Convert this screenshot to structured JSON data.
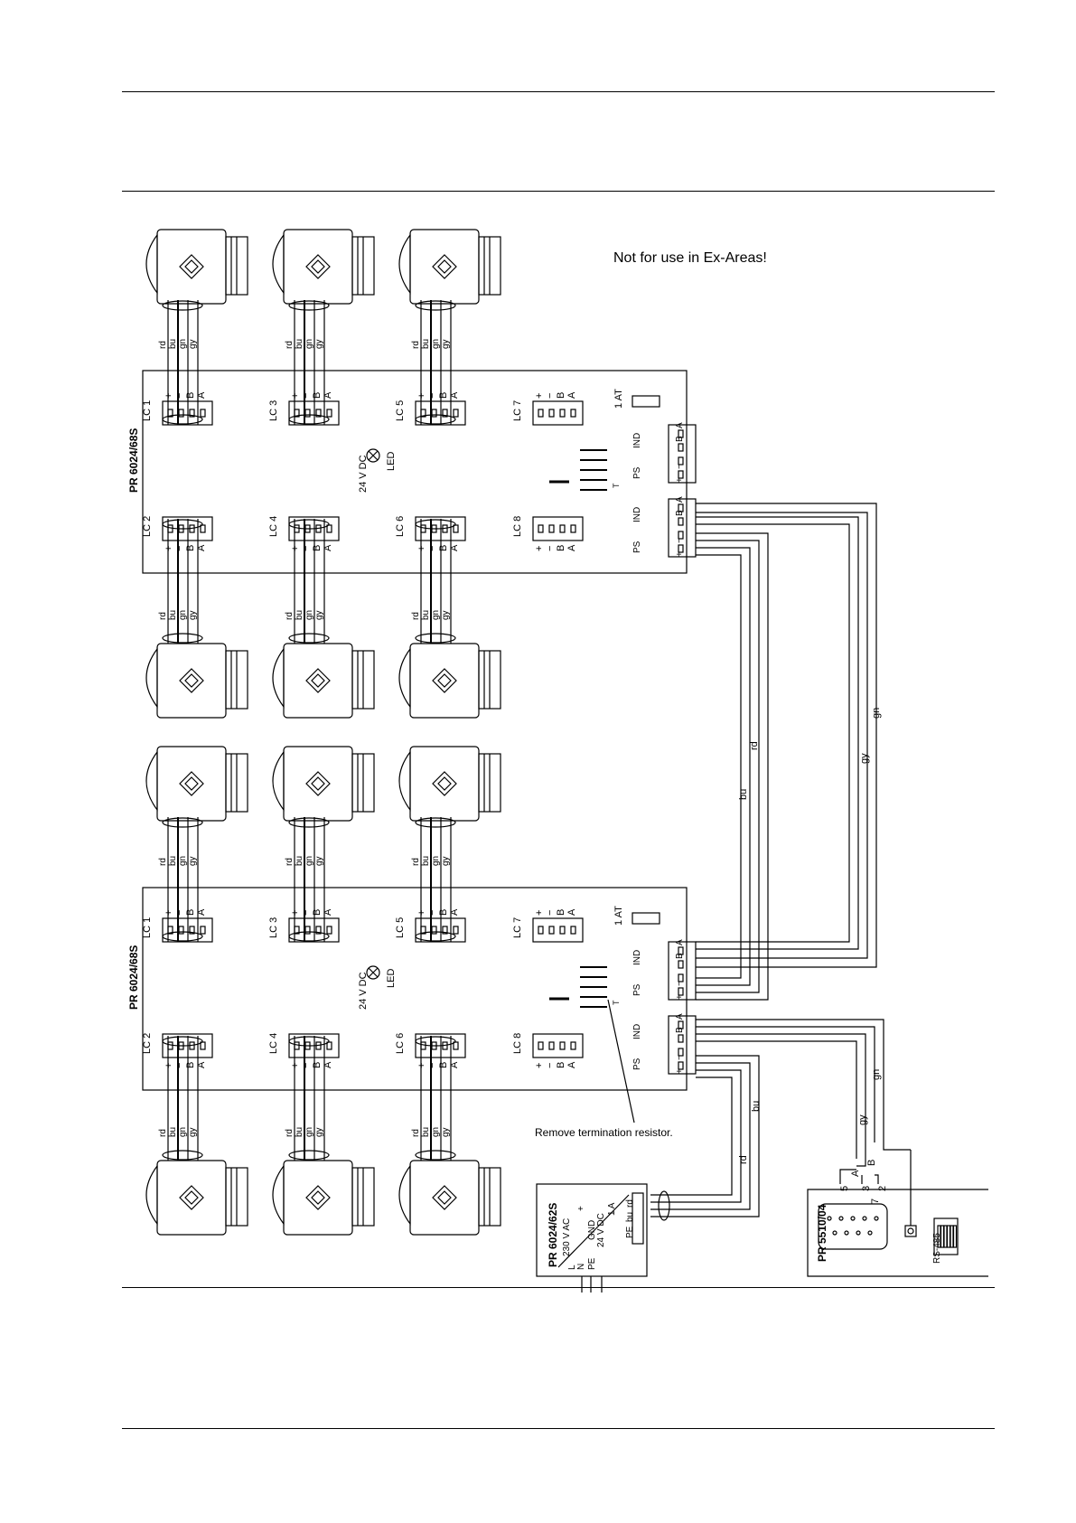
{
  "warning_text": "Not for use in Ex-Areas!",
  "note_text": "Remove termination resistor.",
  "junction_box_label": "PR 6024/68S",
  "power_supply_label": "PR 6024/62S",
  "converter_label": "PR 5510/04",
  "fuse_label": "1 AT",
  "led_voltage_label": "24 V DC",
  "led_label": "LED",
  "load_cell_labels": [
    "LC 1",
    "LC 2",
    "LC 3",
    "LC 4",
    "LC 5",
    "LC 6",
    "LC 7",
    "LC 8"
  ],
  "terminal_pins": [
    "+",
    "−",
    "B",
    "A"
  ],
  "wire_colors": [
    "rd",
    "bu",
    "gn",
    "gy"
  ],
  "port_labels": {
    "ps": "PS",
    "ind": "IND",
    "pins_ind": [
      "B",
      "A"
    ],
    "pins_ps": [
      "+",
      "−"
    ]
  },
  "bus_wire_labels": [
    "bu",
    "rd",
    "gy",
    "gn"
  ],
  "psu_terminals": [
    "230 V AC",
    "GND",
    "24 V DC",
    "1 A",
    "L",
    "N",
    "PE",
    "PE",
    "bu",
    "rd",
    "+"
  ],
  "converter_pins": [
    "5",
    "3",
    "7",
    "2",
    "A",
    "B"
  ],
  "rs485_label": "RS-485"
}
